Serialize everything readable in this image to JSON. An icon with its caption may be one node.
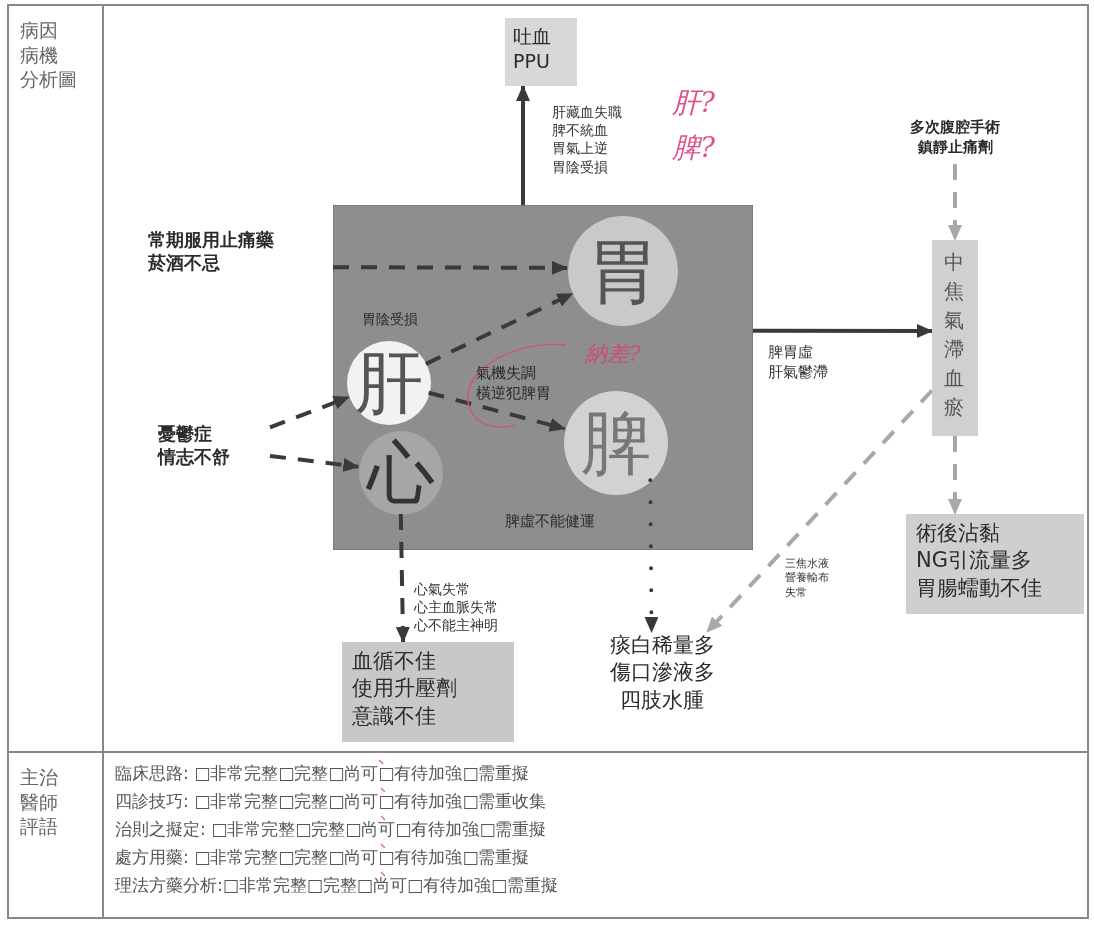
{
  "diagram": {
    "nodes": [
      {
        "text": [],
        "shape": "box"
      },
      {
        "text": [
          "吐血PPU"
        ]
      },
      {
        "text": [
          "常期服用止痛藥菸酒不忌"
        ]
      },
      {
        "text": [
          "胃"
        ],
        "in": 0
      },
      {
        "text": [
          "肝"
        ],
        "in": 0
      },
      {
        "text": [
          "憂鬱症情志不舒"
        ]
      },
      {
        "text": [
          "心"
        ],
        "in": 0
      },
      {
        "text": [
          "脾"
        ],
        "in": 0
      },
      {
        "text": [
          "多次腹腔手術鎮靜止痛劑"
        ]
      },
      {
        "text": [
          "中焦氣滯血瘀"
        ]
      },
      {
        "text": [
          "術後沾黏NG引流量多胃腸蠕動不佳"
        ]
      },
      {
        "text": [
          "血循不佳使用升壓劑意識不佳"
        ]
      },
      {
        "text": [
          "痰白稀量多傷口滲液多四肢水腫"
        ]
      }
    ],
    "edges": [
      {
        "from": 0,
        "to": 1,
        "arrow": "to",
        "label": "肝藏血失職脾不統血胃氣上逆胃陰受損"
      },
      {
        "from": 2,
        "to": 3,
        "arrow": "to",
        "style": "dashed",
        "label": "胃陰受損"
      },
      {
        "from": 5,
        "to": 4,
        "arrow": "to",
        "style": "dashed"
      },
      {
        "from": 5,
        "to": 6,
        "arrow": "to",
        "style": "dashed"
      },
      {
        "from": 4,
        "to": 3,
        "arrow": "to",
        "style": "dashed"
      },
      {
        "from": 4,
        "to": 7,
        "arrow": "to",
        "style": "dashed",
        "label": "氣機失調橫逆犯脾胃"
      },
      {
        "from": 0,
        "to": 9,
        "arrow": "to",
        "label": "脾胃虛肝氣鬱滯"
      },
      {
        "from": 8,
        "to": 9,
        "arrow": "to",
        "style": "dashed",
        "color": "#a8a8a8"
      },
      {
        "from": 9,
        "to": 10,
        "arrow": "to",
        "style": "dashed",
        "color": "#a8a8a8"
      },
      {
        "from": 9,
        "to": 12,
        "arrow": "to",
        "style": "dashed",
        "color": "#a8a8a8",
        "label": "三焦水液營養輸布失常"
      },
      {
        "from": 6,
        "to": 11,
        "arrow": "to",
        "style": "dashed",
        "label": "心氣失常心主血脈失常心不能主神明"
      },
      {
        "from": 7,
        "to": 12,
        "arrow": "to",
        "style": "dashed",
        "label": "脾虛不能健運"
      }
    ],
    "labels": [
      "病因病機分析圖",
      "肝?",
      "脾?",
      "納差?",
      "主治醫師評語",
      "臨床思路: □非常完整□完整□尚可□有待加強□需重擬",
      "四診技巧: □非常完整□完整□尚可□有待加強□需重收集",
      "治則之擬定: □非常完整□完整□尚可□有待加強□需重擬",
      "處方用藥: □非常完整□完整□尚可□有待加強□需重擬",
      "理法方藥分析:□非常完整□完整□尚可□有待加強□需重擬"
    ]
  }
}
